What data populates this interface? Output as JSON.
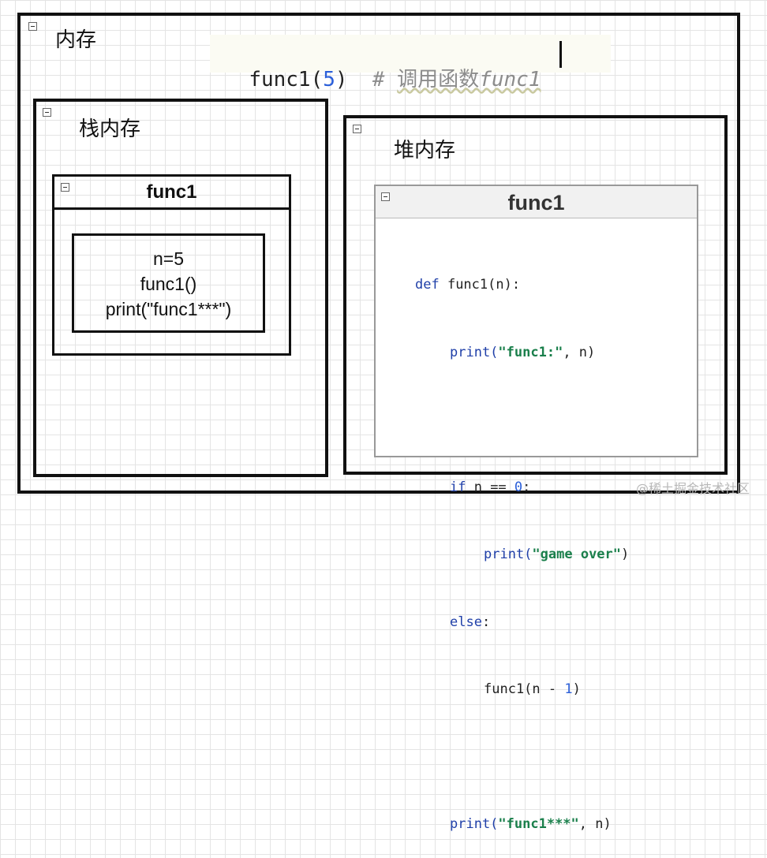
{
  "outer": {
    "title": "内存"
  },
  "topcode": {
    "call_fn": "func1(",
    "call_arg": "5",
    "call_close": ")",
    "comment_hash": "#",
    "comment_text": "调用函数",
    "comment_fn": "func1"
  },
  "stack": {
    "title": "栈内存",
    "frame_title": "func1",
    "lines": [
      "n=5",
      "func1()",
      "print(\"func1***\")"
    ]
  },
  "heap": {
    "title": "堆内存",
    "panel_title": "func1",
    "code": {
      "l1_kw": "def",
      "l1_rest": " func1(n):",
      "l2_fn": "print(",
      "l2_str": "\"func1:\"",
      "l2_rest": ", n)",
      "l3_kw": "if",
      "l3_mid": " n == ",
      "l3_num": "0",
      "l3_end": ":",
      "l4_fn": "print(",
      "l4_str": "\"game over\"",
      "l4_end": ")",
      "l5_kw": "else",
      "l5_end": ":",
      "l6_pre": "func1(n - ",
      "l6_num": "1",
      "l6_end": ")",
      "l7_fn": "print(",
      "l7_str": "\"func1***\"",
      "l7_rest": ", n)"
    }
  },
  "watermark": "@稀土掘金技术社区"
}
